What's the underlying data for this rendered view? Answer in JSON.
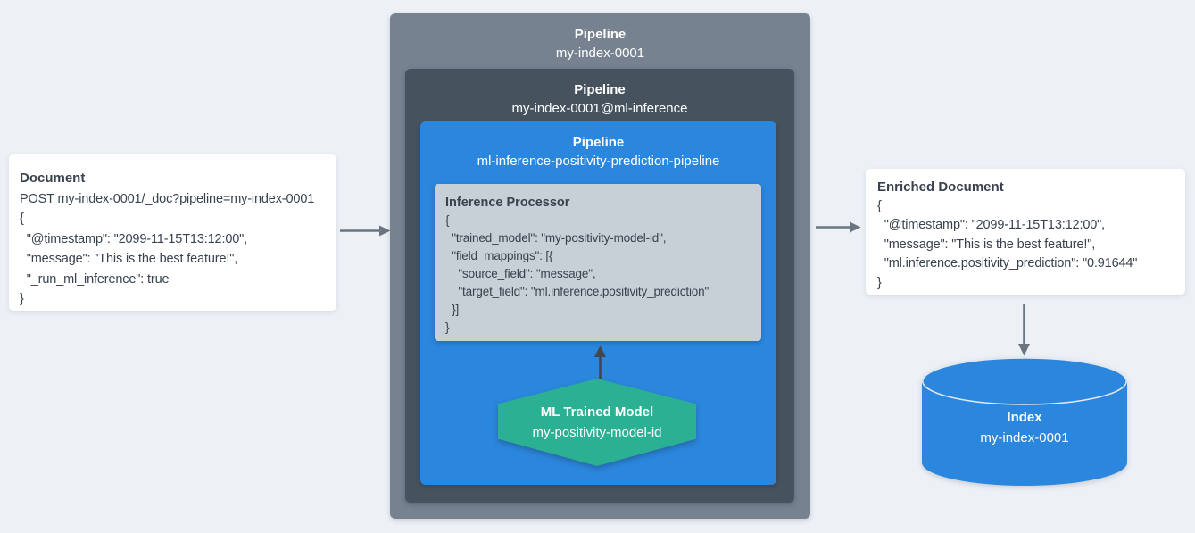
{
  "palette": {
    "page_bg": "#edf1f6",
    "card_white": "#ffffff",
    "outer_pipeline_gray": "#76828f",
    "inner_pipeline_slate": "#46535f",
    "pipeline_blue": "#2b86dd",
    "processor_gray": "#c7cfd7",
    "model_teal": "#2cb093",
    "text_dark": "#39424e",
    "text_white": "#ffffff",
    "arrow_gray": "#6b7581",
    "arrow_dark": "#43474c",
    "cylinder_seam": "#e3e8ee"
  },
  "document_card": {
    "title": "Document",
    "lines": [
      "POST my-index-0001/_doc?pipeline=my-index-0001",
      "{",
      "  \"@timestamp\": \"2099-11-15T13:12:00\",",
      "  \"message\": \"This is the best feature!\",",
      "  \"_run_ml_inference\": true",
      "}"
    ]
  },
  "outer_pipeline": {
    "title": "Pipeline",
    "subtitle": "my-index-0001"
  },
  "inner_pipeline": {
    "title": "Pipeline",
    "subtitle": "my-index-0001@ml-inference"
  },
  "ml_pipeline": {
    "title": "Pipeline",
    "subtitle": "ml-inference-positivity-prediction-pipeline"
  },
  "inference_processor": {
    "title": "Inference Processor",
    "lines": [
      "{",
      "  \"trained_model\": \"my-positivity-model-id\",",
      "  \"field_mappings\": [{",
      "    \"source_field\": \"message\",",
      "    \"target_field\": \"ml.inference.positivity_prediction\"",
      "  }]",
      "}"
    ]
  },
  "ml_model": {
    "title": "ML Trained Model",
    "subtitle": "my-positivity-model-id"
  },
  "enriched_document": {
    "title": "Enriched Document",
    "lines": [
      "{",
      "  \"@timestamp\": \"2099-11-15T13:12:00\",",
      "  \"message\": \"This is the best feature!\",",
      "  \"ml.inference.positivity_prediction\": \"0.91644\"",
      "}"
    ]
  },
  "index": {
    "title": "Index",
    "subtitle": "my-index-0001"
  }
}
